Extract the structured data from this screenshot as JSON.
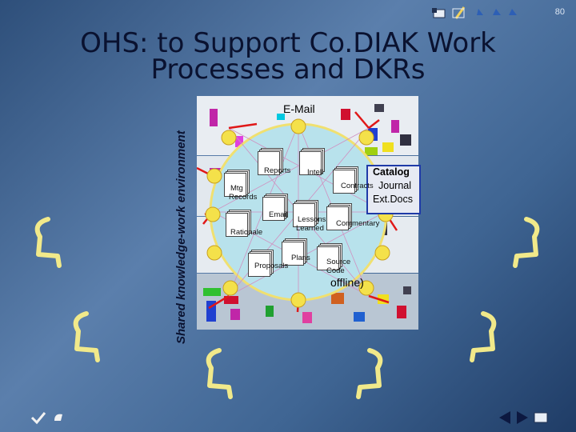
{
  "slide": {
    "number": "80",
    "title_line1": "OHS: to Support Co.DIAK Work",
    "title_line2": "Processes and DKRs",
    "side_label": "Shared knowledge-work environment"
  },
  "diagram": {
    "email_label": "E-Mail",
    "docs": {
      "reports": "Reports",
      "intell": "Intell",
      "catalog": "Catalog",
      "contracts": "Contracts",
      "journal": "Journal",
      "ext_docs": "Ext.Docs",
      "mtg_records_1": "Mtg",
      "mtg_records_2": "Records",
      "email_doc": "Email",
      "lessons_1": "Lessons",
      "lessons_2": "Learned",
      "commentary": "Commentary",
      "rationale": "Rationale",
      "plans": "Plans",
      "proposals": "Proposals",
      "source_1": "Source",
      "source_2": "Code",
      "offline_fragment": "offline)"
    }
  },
  "icons": [
    "home-icon",
    "pencil-icon",
    "arrow-icon",
    "back-icon",
    "forward-icon",
    "checkmark-icon",
    "return-icon",
    "prev-slide-icon",
    "next-slide-icon",
    "fullscreen-icon"
  ]
}
